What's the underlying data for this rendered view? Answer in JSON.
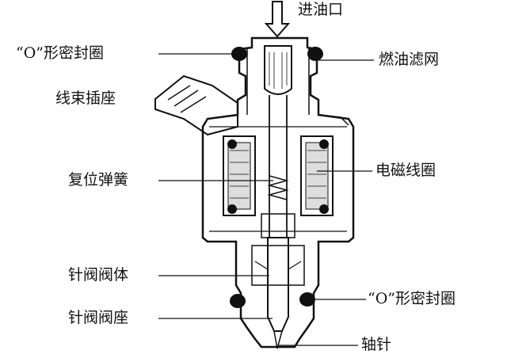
{
  "title": "喷油器结构",
  "labels": {
    "inlet": "进油口",
    "o_ring_top": "“O”形密封圈",
    "filter": "燃油滤网",
    "connector": "线束插座",
    "spring": "复位弹簧",
    "coil": "电磁线圈",
    "valve_body": "针阀阀体",
    "o_ring_bottom": "“O”形密封圈",
    "valve_seat": "针阀阀座",
    "pintle": "轴针"
  }
}
